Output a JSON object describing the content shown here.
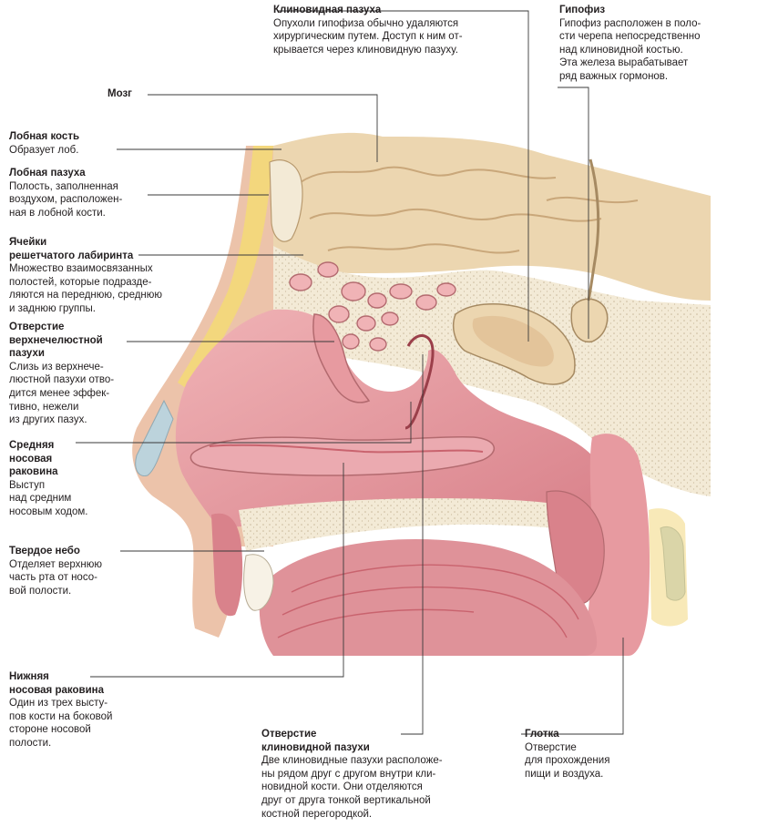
{
  "labels": {
    "sphenoid_sinus": {
      "title": "Клиновидная пазуха",
      "desc": [
        "Опухоли гипофиза обычно удаляются",
        "хирургическим путем. Доступ к ним от-",
        "крывается через клиновидную пазуху."
      ]
    },
    "pituitary": {
      "title": "Гипофиз",
      "desc": [
        "Гипофиз расположен в поло-",
        "сти черепа непосредственно",
        "над клиновидной костью.",
        "Эта железа вырабатывает",
        "ряд важных гормонов."
      ]
    },
    "brain": {
      "title": "Мозг"
    },
    "frontal_bone": {
      "title": "Лобная кость",
      "desc": [
        "Образует лоб."
      ]
    },
    "frontal_sinus": {
      "title": "Лобная пазуха",
      "desc": [
        "Полость, заполненная",
        "воздухом, расположен-",
        "ная в лобной кости."
      ]
    },
    "ethmoid_cells": {
      "title": [
        "Ячейки",
        "решетчатого лабиринта"
      ],
      "desc": [
        "Множество взаимосвязанных",
        "полостей, которые подразде-",
        "ляются на переднюю, среднюю",
        "и заднюю группы."
      ]
    },
    "maxillary_opening": {
      "title": [
        "Отверстие",
        "верхнечелюстной",
        "пазухи"
      ],
      "desc": [
        "Слизь из верхнече-",
        "люстной пазухи отво-",
        "дится менее эффек-",
        "тивно, нежели",
        "из других пазух."
      ]
    },
    "middle_concha": {
      "title": [
        "Средняя",
        "носовая",
        "раковина"
      ],
      "desc": [
        "Выступ",
        "над средним",
        "носовым ходом."
      ]
    },
    "hard_palate": {
      "title": "Твердое небо",
      "desc": [
        "Отделяет верхнюю",
        "часть рта от носо-",
        "вой полости."
      ]
    },
    "inferior_concha": {
      "title": [
        "Нижняя",
        "носовая раковина"
      ],
      "desc": [
        "Один из трех высту-",
        "пов кости на боковой",
        "стороне носовой",
        "полости."
      ]
    },
    "sphenoid_opening": {
      "title": [
        "Отверстие",
        "клиновидной пазухи"
      ],
      "desc": [
        "Две клиновидные пазухи расположе-",
        "ны рядом друг с другом внутри кли-",
        "новидной кости. Они отделяются",
        "друг от друга тонкой вертикальной",
        "костной перегородкой."
      ]
    },
    "pharynx": {
      "title": "Глотка",
      "desc": [
        "Отверстие",
        "для прохождения",
        "пищи и воздуха."
      ]
    }
  },
  "colors": {
    "skin": "#ecc3aa",
    "brain": "#ecd6b0",
    "brain_fold": "#c9a77a",
    "bone": "#f3ead6",
    "bone_dot": "#c8b89a",
    "mucosa": "#e79aa0",
    "mucosa_dark": "#c9636e",
    "fat": "#f3d77d",
    "leader": "#3a3a3a",
    "text": "#231f20"
  }
}
